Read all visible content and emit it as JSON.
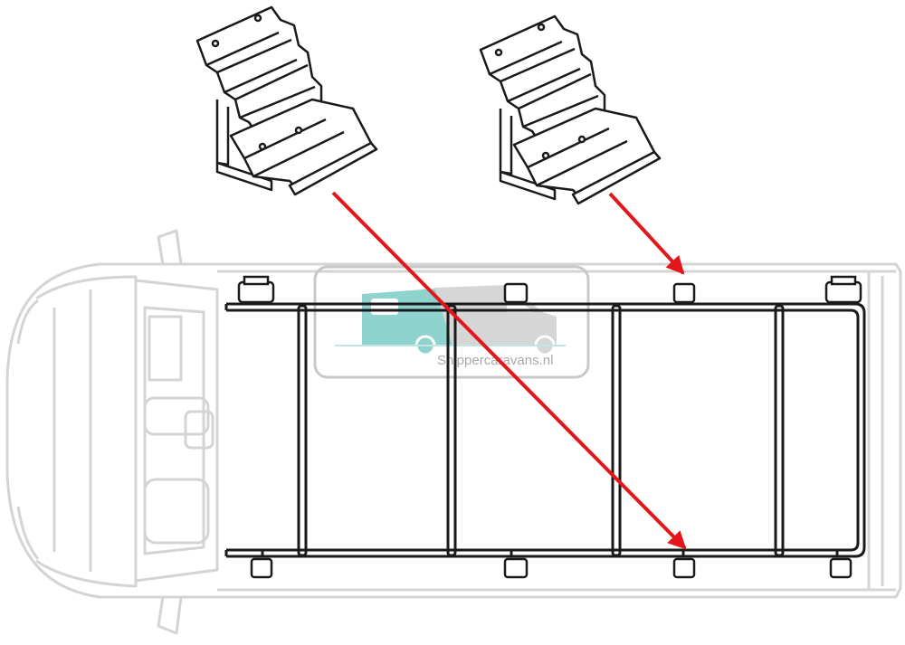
{
  "watermark": {
    "text": "Snippercaravans.nl",
    "logo_color": "#8fd3cf",
    "text_color": "#a9a9a9"
  },
  "colors": {
    "arrow": "#e3161b",
    "outline": "#1a1a1a",
    "vehicle": "#d4d4d4"
  },
  "icons": {
    "bracket": "mounting-bracket",
    "rack": "roof-rack",
    "vehicle": "van-top-view"
  }
}
